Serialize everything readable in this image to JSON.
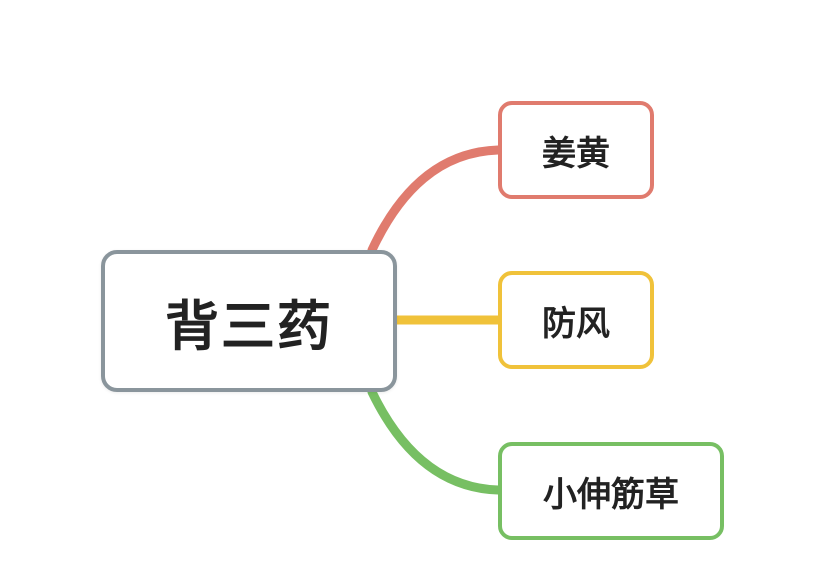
{
  "root": {
    "label": "背三药",
    "border_color": "#8a959c"
  },
  "children": [
    {
      "label": "姜黄",
      "color": "#e07b6e"
    },
    {
      "label": "防风",
      "color": "#f0c23a"
    },
    {
      "label": "小伸筋草",
      "color": "#77bf63"
    }
  ]
}
